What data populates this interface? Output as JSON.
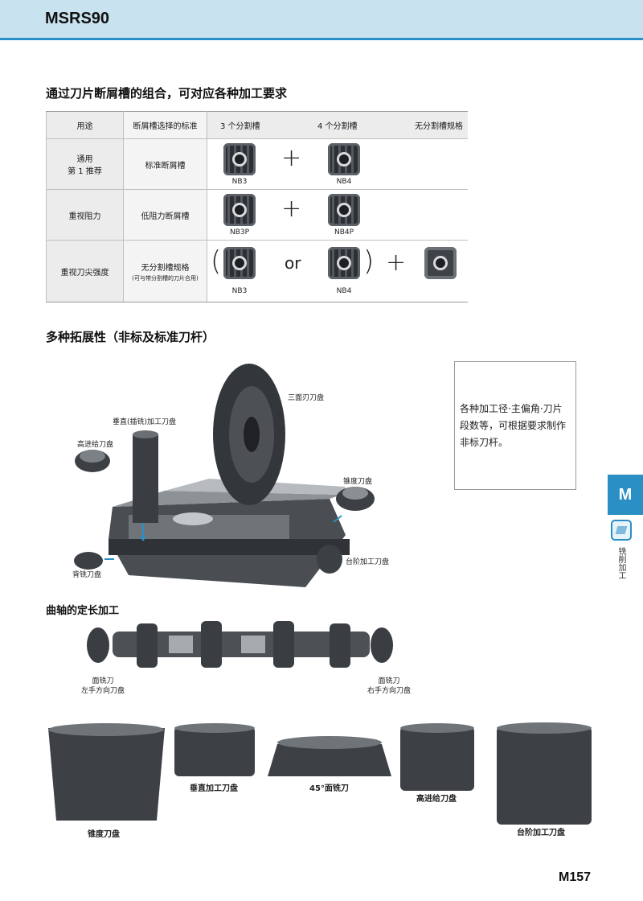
{
  "header": {
    "title": "MSRS90"
  },
  "section1": {
    "title": "通过刀片断屑槽的组合，可对应各种加工要求"
  },
  "table": {
    "headers": {
      "use": "用途",
      "standard": "断屑槽选择的标准",
      "three": "3 个分割槽",
      "four": "4 个分割槽",
      "none": "无分割槽规格"
    },
    "rows": [
      {
        "use_line1": "通用",
        "use_line2": "第 1 推荐",
        "standard": "标准断屑槽",
        "standard_note": "",
        "left_label": "NB3",
        "right_label": "NB4"
      },
      {
        "use_line1": "重视阻力",
        "use_line2": "",
        "standard": "低阻力断屑槽",
        "standard_note": "",
        "left_label": "NB3P",
        "right_label": "NB4P"
      },
      {
        "use_line1": "重视刀尖强度",
        "use_line2": "",
        "standard": "无分割槽规格",
        "standard_note": "(可与带分割槽的刀片合用)",
        "left_label": "NB3",
        "right_label": "NB4"
      }
    ],
    "plus": "+",
    "or": "or",
    "paren_open": "(",
    "paren_close": ")"
  },
  "section2": {
    "title": "多种拓展性（非标及标准刀杆）"
  },
  "note": {
    "text": "各种加工径·主偏角·刀片段数等，可根据要求制作非标刀杆。"
  },
  "diagram": {
    "three_side": "三面刃刀盘",
    "vertical": "垂直(插铣)加工刀盘",
    "high_feed": "高进给刀盘",
    "taper": "锥度刀盘",
    "back": "背铣刀盘",
    "step": "台阶加工刀盘"
  },
  "section3": {
    "title": "曲轴的定长加工"
  },
  "crank": {
    "left_line1": "面铣刀",
    "left_line2": "左手方向刀盘",
    "right_line1": "面铣刀",
    "right_line2": "右手方向刀盘"
  },
  "gallery": {
    "taper": "锥度刀盘",
    "vertical": "垂直加工刀盘",
    "face45": "45°面铣刀",
    "high_feed": "高进给刀盘",
    "step": "台阶加工刀盘"
  },
  "side": {
    "tab": "M",
    "text": "铣削加工"
  },
  "page": {
    "number": "M157"
  },
  "colors": {
    "accent": "#2a8fc4",
    "header_bg": "#c9e2ef",
    "tool_dark": "#3b3f44"
  }
}
